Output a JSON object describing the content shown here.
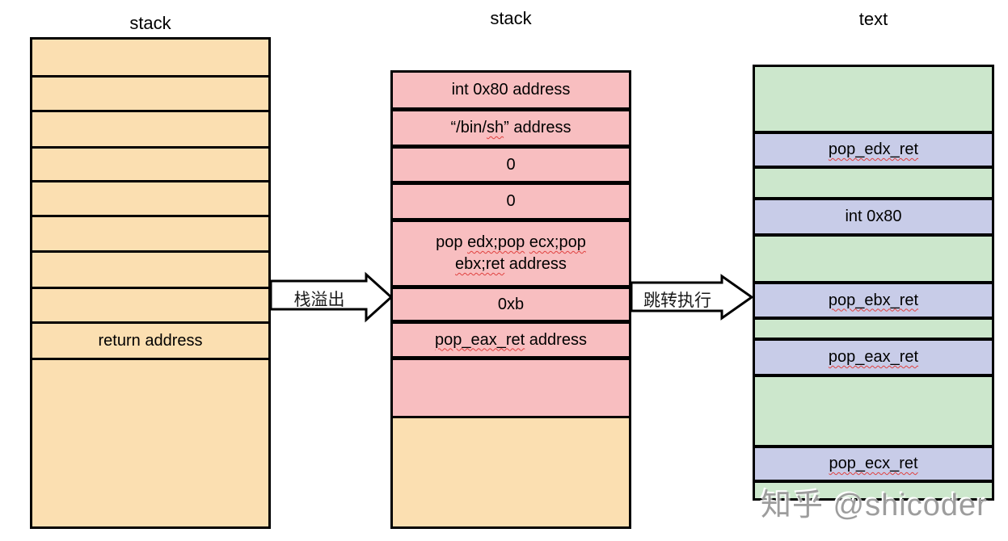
{
  "watermark": {
    "text": "知乎 @shicoder"
  },
  "arrows": [
    {
      "name": "stack-overflow-arrow",
      "label": "栈溢出"
    },
    {
      "name": "jump-execute-arrow",
      "label": "跳转执行"
    }
  ],
  "colors": {
    "orange": "#FBDFB1",
    "pink": "#F8BEC0",
    "green": "#CCE7CC",
    "purple": "#C8CCE8",
    "border": "#000000",
    "squiggle": "#E0413F",
    "watermark": "#9D9D9D"
  },
  "columns": [
    {
      "id": "col-left",
      "title": "stack",
      "cells": [
        {
          "kind": "orange",
          "h": 44
        },
        {
          "kind": "orange",
          "h": 43
        },
        {
          "kind": "orange",
          "h": 45
        },
        {
          "kind": "orange",
          "h": 42
        },
        {
          "kind": "orange",
          "h": 43
        },
        {
          "kind": "orange",
          "h": 44
        },
        {
          "kind": "orange",
          "h": 45
        },
        {
          "kind": "orange",
          "h": 43
        },
        {
          "kind": "orange",
          "h": 45,
          "parts": [
            {
              "t": "return address"
            }
          ]
        },
        {
          "kind": "orange",
          "flex": true
        }
      ]
    },
    {
      "id": "col-mid",
      "title": "stack",
      "cells": [
        {
          "kind": "pink",
          "h": 43,
          "parts": [
            {
              "t": "int 0x80 address"
            }
          ]
        },
        {
          "kind": "pink",
          "h": 46,
          "parts": [
            {
              "t": "“/bin/"
            },
            {
              "t": "sh",
              "wavy": true
            },
            {
              "t": "” address"
            }
          ]
        },
        {
          "kind": "pink",
          "h": 45,
          "parts": [
            {
              "t": "0"
            }
          ]
        },
        {
          "kind": "pink",
          "h": 46,
          "parts": [
            {
              "t": "0"
            }
          ]
        },
        {
          "kind": "pink",
          "h": 83,
          "parts": [
            {
              "t": "pop "
            },
            {
              "t": "edx;pop",
              "wavy": true
            },
            {
              "t": " "
            },
            {
              "t": "ecx;pop",
              "wavy": true
            },
            {
              "br": true
            },
            {
              "t": "ebx;ret",
              "wavy": true
            },
            {
              "t": " address"
            }
          ]
        },
        {
          "kind": "pink",
          "h": 43,
          "parts": [
            {
              "t": "0xb"
            }
          ]
        },
        {
          "kind": "pink",
          "h": 45,
          "parts": [
            {
              "t": "pop_eax_ret",
              "wavy": true
            },
            {
              "t": " address"
            }
          ]
        },
        {
          "kind": "pink",
          "h": 74
        },
        {
          "kind": "orange",
          "flex": true
        }
      ]
    },
    {
      "id": "col-right",
      "title": "text",
      "cells": [
        {
          "kind": "green",
          "h": 79
        },
        {
          "kind": "purple",
          "h": 43,
          "parts": [
            {
              "t": "pop_edx_ret",
              "wavy": true
            }
          ]
        },
        {
          "kind": "green",
          "h": 39
        },
        {
          "kind": "purple",
          "h": 45,
          "parts": [
            {
              "t": "int 0x80"
            }
          ]
        },
        {
          "kind": "green",
          "h": 59
        },
        {
          "kind": "purple",
          "h": 44,
          "parts": [
            {
              "t": "pop_ebx_ret",
              "wavy": true
            }
          ]
        },
        {
          "kind": "green",
          "h": 26
        },
        {
          "kind": "purple",
          "h": 45,
          "parts": [
            {
              "t": "pop_eax_ret",
              "wavy": true
            }
          ]
        },
        {
          "kind": "green",
          "h": 88
        },
        {
          "kind": "purple",
          "h": 43,
          "parts": [
            {
              "t": "pop_ecx_ret",
              "wavy": true
            }
          ]
        },
        {
          "kind": "green",
          "flex": true
        }
      ]
    }
  ]
}
